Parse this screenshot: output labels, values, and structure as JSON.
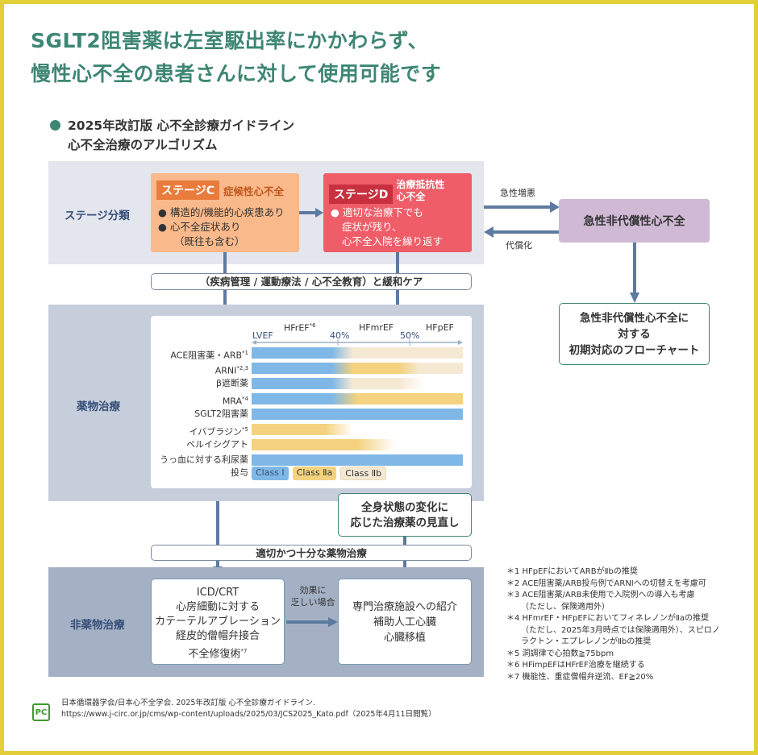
{
  "title": {
    "line1": "SGLT2阻害薬は左室駆出率にかかわらず、",
    "line2": "慢性心不全の患者さんに対して使用可能です"
  },
  "subtitle": {
    "line1": "2025年改訂版 心不全診療ガイドライン",
    "line2": "心不全治療のアルゴリズム"
  },
  "stage_section": {
    "label": "ステージ分類",
    "stage_c": {
      "tag": "ステージC",
      "name": "症候性心不全",
      "bullet1": "● 構造的/機能的心疾患あり",
      "bullet2": "● 心不全症状あり",
      "bullet2b": "（既往も含む）"
    },
    "stage_d": {
      "tag": "ステージD",
      "name1": "治療抵抗性",
      "name2": "心不全",
      "bullet1": "● 適切な治療下でも",
      "bullet1b": "症状が残り、",
      "bullet1c": "心不全入院を繰り返す"
    },
    "arrow_top": "急性増悪",
    "arrow_bottom": "代償化",
    "acute_box": "急性非代償性心不全",
    "flow_line1": "急性非代償性心不全に",
    "flow_line2": "対する",
    "flow_line3": "初期対応のフローチャート"
  },
  "care_pill": "（疾病管理 / 運動療法 / 心不全教育）と緩和ケア",
  "drug_section": {
    "label": "薬物治療",
    "axis": {
      "lvef": "LVEF",
      "hfref": "HFrEF",
      "hfref_sup": "*6",
      "forty": "40%",
      "hfmref": "HFmrEF",
      "fifty": "50%",
      "hfpef": "HFpEF"
    },
    "drugs": [
      {
        "name": "ACE阻害薬・ARB",
        "sup": "*1"
      },
      {
        "name": "ARNI",
        "sup": "*2,3"
      },
      {
        "name": "β遮断薬",
        "sup": ""
      },
      {
        "name": "MRA",
        "sup": "*4"
      },
      {
        "name": "SGLT2阻害薬",
        "sup": ""
      },
      {
        "name": "イバブラジン",
        "sup": "*5"
      },
      {
        "name": "ベルイシグアト",
        "sup": ""
      },
      {
        "name": "うっ血に対する利尿薬投与",
        "sup": ""
      }
    ],
    "legend": {
      "class1": "Class Ⅰ",
      "class2a": "Class Ⅱa",
      "class2b": "Class Ⅱb"
    },
    "review_line1": "全身状態の変化に",
    "review_line2": "応じた治療薬の見直し"
  },
  "adequate_pill": "適切かつ十分な薬物治療",
  "nondrug_section": {
    "label": "非薬物治療",
    "box1": [
      "ICD/CRT",
      "心房細動に対する",
      "カテーテルアブレーション",
      "経皮的僧帽弁接合",
      "不全修復術"
    ],
    "box1_sup": "*7",
    "arrow_line1": "効果に",
    "arrow_line2": "乏しい場合",
    "box2": [
      "専門治療施設への紹介",
      "補助人工心臓",
      "心臓移植"
    ]
  },
  "notes": [
    "＊1 HFpEFにおいてARBがⅡbの推奨",
    "＊2 ACE阻害薬/ARB投与例でARNIへの切替えを考慮可",
    "＊3 ACE阻害薬/ARB未使用で入院例への導入も考慮",
    "（ただし、保険適用外）",
    "＊4 HFmrEF・HFpEFにおいてフィネレノンがⅡaの推奨",
    "（ただし、2025年3月時点では保険適用外）、スピロノ",
    "ラクトン・エプレレノンがⅡbの推奨",
    "＊5 洞調律で心拍数≧75bpm",
    "＊6 HFimpEFはHFrEF治療を継続する",
    "＊7 機能性、重症僧帽弁逆流、EF≧20%"
  ],
  "citation": {
    "line1": "日本循環器学会/日本心不全学会. 2025年改訂版 心不全診療ガイドライン.",
    "line2": "https://www.j-circ.or.jp/cms/wp-content/uploads/2025/03/JCS2025_Kato.pdf（2025年4月11日閲覧）"
  },
  "logo_text": "PC",
  "colors": {
    "border": "#e3cf39",
    "title_green": "#3e8672",
    "class1": "#7fb7e6",
    "class2a": "#f4d27f",
    "class2b": "#f6e9d4",
    "arrow": "#5d7aa0"
  }
}
